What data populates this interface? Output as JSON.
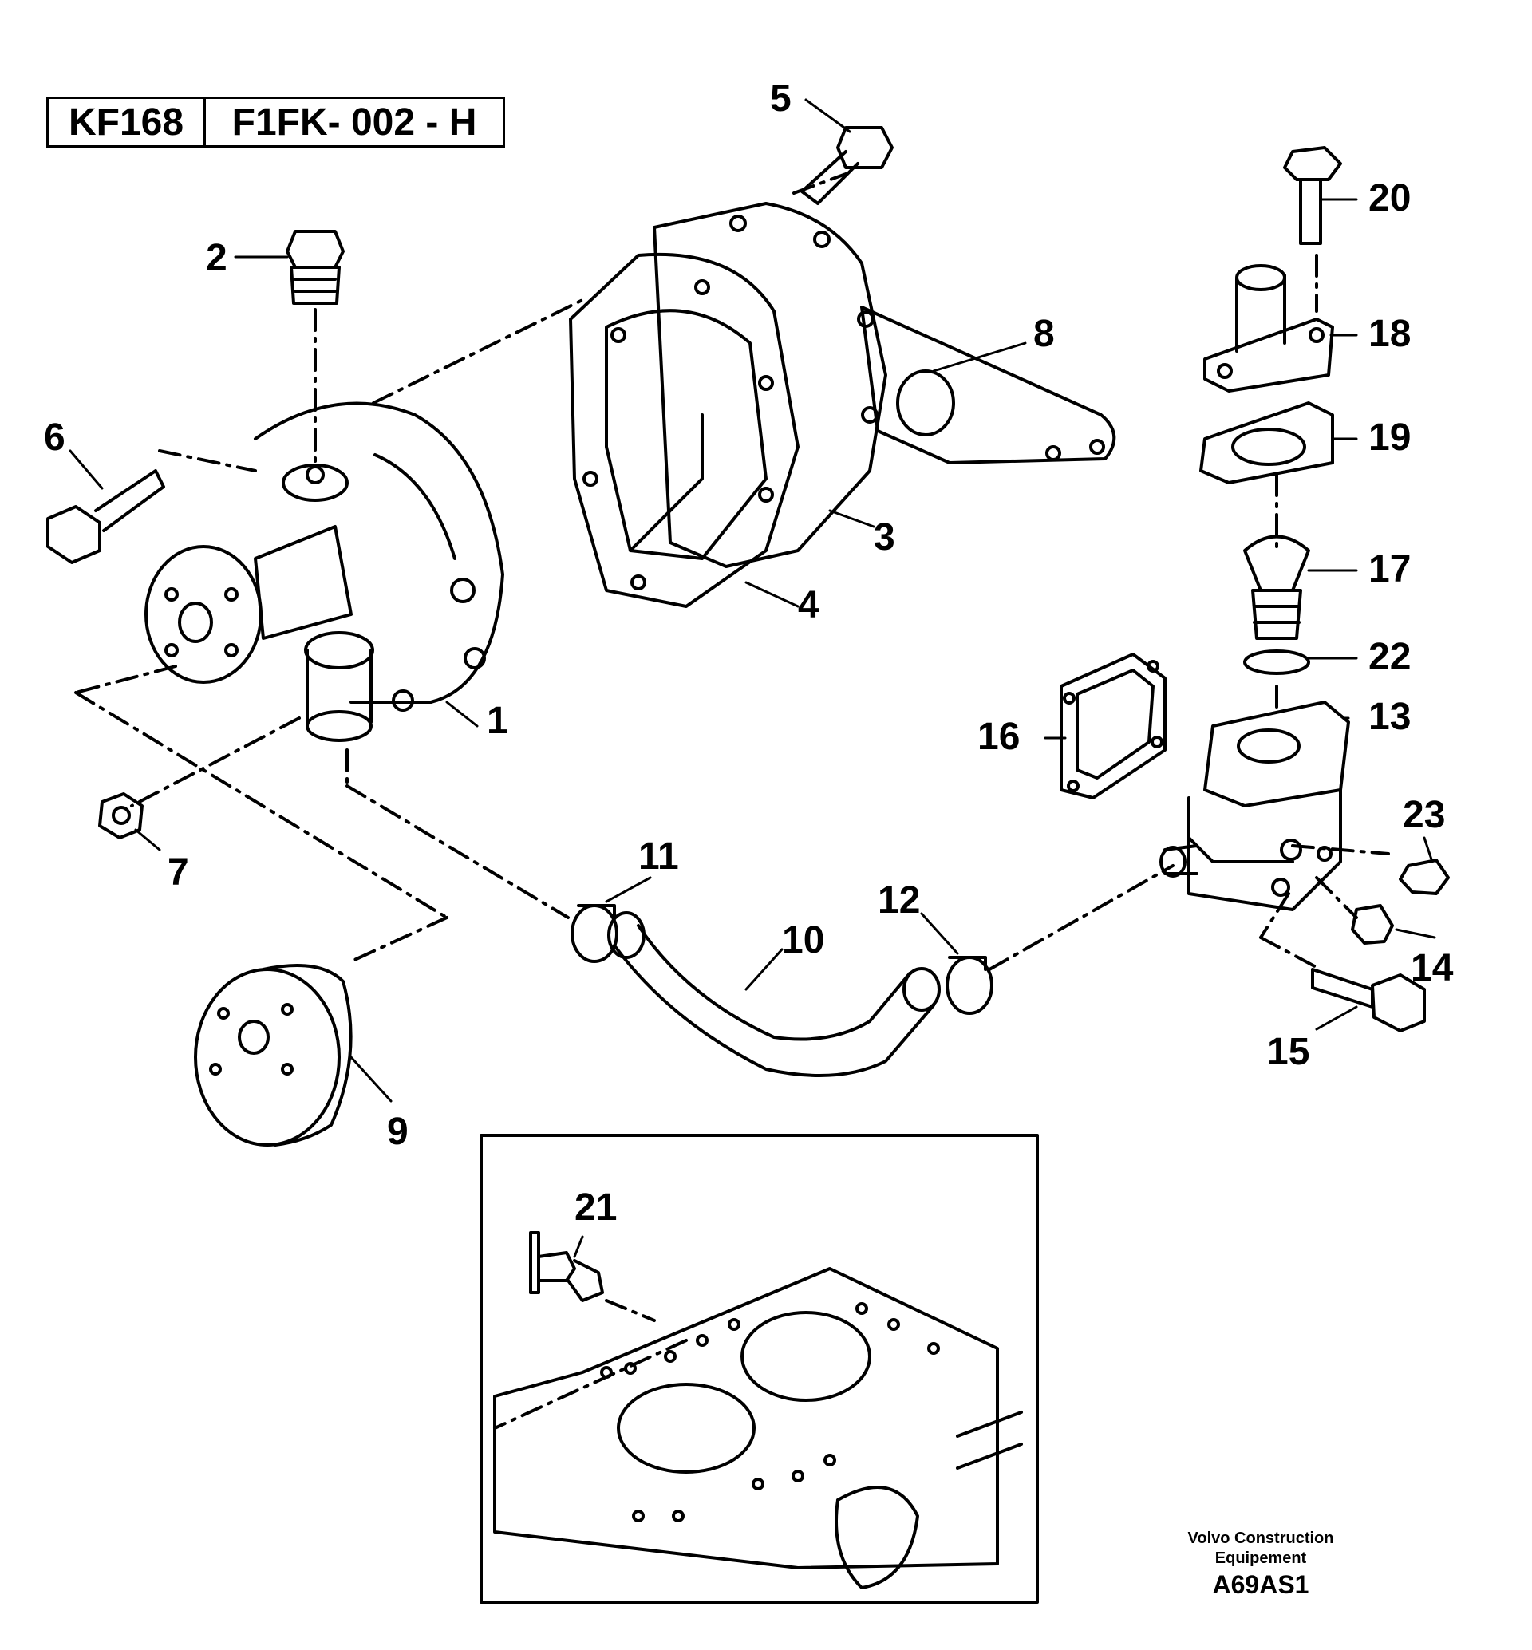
{
  "header": {
    "model_code": "KF168",
    "section_code": "F1FK- 002 - H"
  },
  "callouts": [
    "1",
    "2",
    "3",
    "4",
    "5",
    "6",
    "7",
    "8",
    "9",
    "10",
    "11",
    "12",
    "13",
    "14",
    "15",
    "16",
    "17",
    "18",
    "19",
    "20",
    "21",
    "22",
    "23"
  ],
  "footer": {
    "brand_line1": "Volvo Construction",
    "brand_line2": "Equipement",
    "figure_id": "A69AS1"
  },
  "icons": {
    "line_color": "#000000",
    "background": "#ffffff"
  }
}
